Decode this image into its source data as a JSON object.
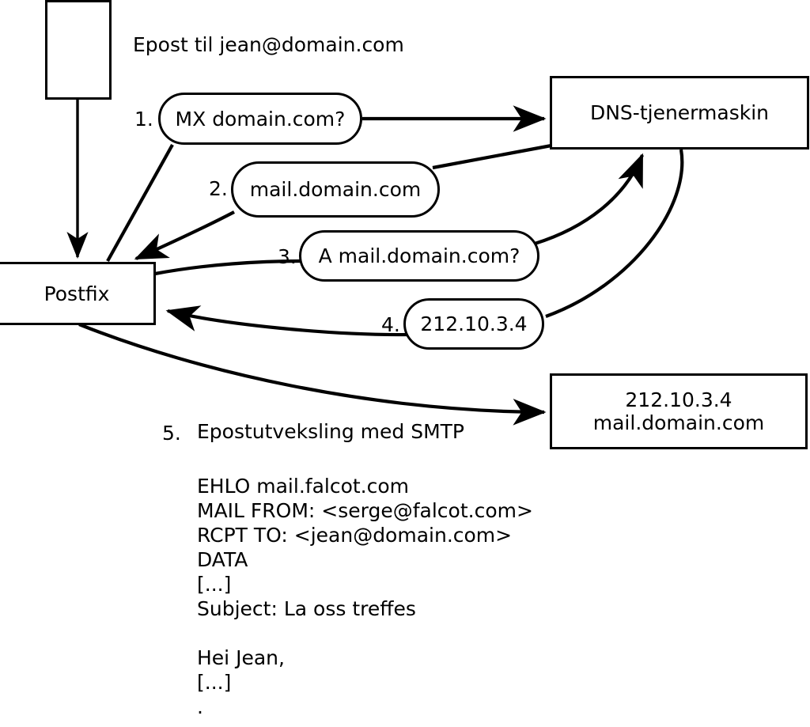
{
  "diagram": {
    "title_text": "Epost til jean@domain.com",
    "nodes": {
      "sender": {
        "label": ""
      },
      "postfix": {
        "label": "Postfix"
      },
      "dns": {
        "label": "DNS-tjenermaskin"
      },
      "mailserver": {
        "line1": "212.10.3.4",
        "line2": "mail.domain.com"
      }
    },
    "steps": [
      {
        "num": "1.",
        "label": "MX domain.com?"
      },
      {
        "num": "2.",
        "label": "mail.domain.com"
      },
      {
        "num": "3.",
        "label": "A mail.domain.com?"
      },
      {
        "num": "4.",
        "label": "212.10.3.4"
      }
    ],
    "step5": {
      "num": "5.",
      "label": "Epostutveksling med SMTP"
    },
    "smtp_transcript": [
      "EHLO mail.falcot.com",
      "MAIL FROM: <serge@falcot.com>",
      "RCPT TO: <jean@domain.com>",
      "DATA",
      "[...]",
      "Subject: La oss treffes",
      "",
      "Hei Jean,",
      "[...]",
      "."
    ],
    "colors": {
      "stroke": "#000000",
      "fill": "#ffffff",
      "text": "#000000"
    }
  }
}
